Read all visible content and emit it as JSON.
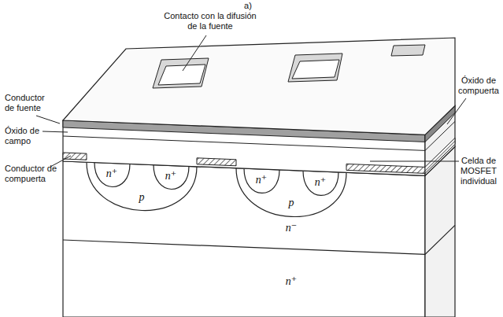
{
  "diagram": {
    "labels": [
      "a)",
      "Contacto con la difusión de la fuente",
      "Conductor de fuente",
      "Óxido de campo",
      "Óxido de compuerta",
      "Conductor de compuerta",
      "Celda de MOSFET individual",
      "n⁺",
      "n⁺",
      "p",
      "n⁺",
      "n⁺",
      "p",
      "n⁻",
      "n⁺"
    ]
  }
}
